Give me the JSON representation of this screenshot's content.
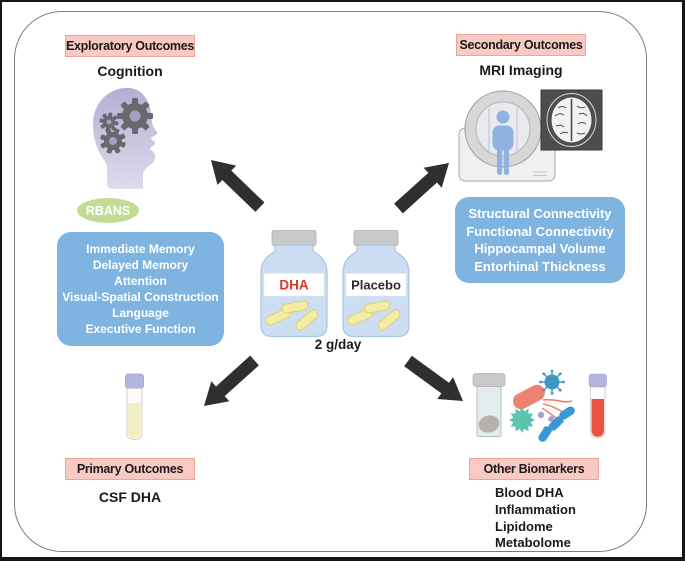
{
  "sections": {
    "exploratory": {
      "tag": "Exploratory Outcomes",
      "title": "Cognition",
      "badge": "RBANS",
      "items": [
        "Immediate Memory",
        "Delayed Memory",
        "Attention",
        "Visual-Spatial Construction",
        "Language",
        "Executive Function"
      ]
    },
    "secondary": {
      "tag": "Secondary Outcomes",
      "title": "MRI Imaging",
      "items": [
        "Structural Connectivity",
        "Functional Connectivity",
        "Hippocampal Volume",
        "Entorhinal Thickness"
      ]
    },
    "primary": {
      "tag": "Primary Outcomes",
      "title": "CSF DHA"
    },
    "other": {
      "tag": "Other Biomarkers",
      "items": [
        "Blood DHA",
        "Inflammation",
        "Lipidome",
        "Metabolome"
      ]
    }
  },
  "center": {
    "bottle_dha": "DHA",
    "bottle_placebo": "Placebo",
    "dose": "2 g/day"
  },
  "icons": {
    "head_gears": "head-with-gears-icon",
    "mri_scanner": "mri-scanner-icon",
    "brain_scan": "brain-scan-icon",
    "pill_bottles": "pill-bottle-icon",
    "csf_vial": "csf-vial-icon",
    "specimen_cup": "specimen-cup-icon",
    "microbes": "bacteria-virus-icon",
    "blood_tube": "blood-tube-icon",
    "arrows": "diagonal-arrow-icon"
  },
  "colors": {
    "tag_bg": "#f9cac3",
    "tag_border": "#efa49a",
    "panel_blue": "#80b4e0",
    "badge_green": "#c3dc95",
    "arrow_dark": "#2f2f2f",
    "dha_red": "#e03427",
    "bottle_blue": "#cdddf2",
    "pill_yellow": "#f3eda4",
    "blood_red": "#e85340",
    "head_purple": "#b5aed4"
  }
}
